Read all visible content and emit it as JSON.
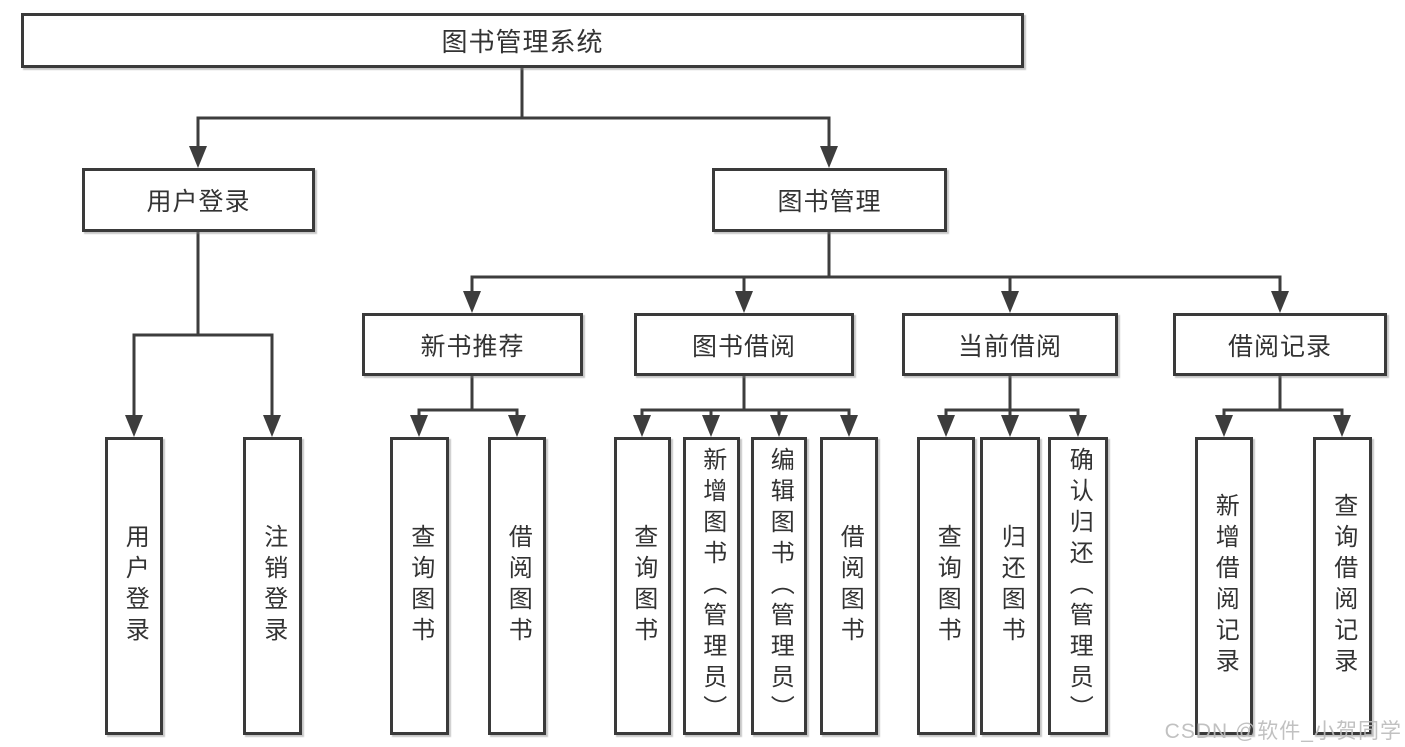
{
  "diagram": {
    "type": "hierarchy-tree",
    "watermark": "CSDN @软件_小贺同学",
    "colors": {
      "background": "#ffffff",
      "line": "#3d3d3d",
      "box_border": "#3a3a3a",
      "text": "#333333",
      "watermark": "#bcbcbc"
    },
    "nodes": {
      "root": {
        "label": "图书管理系统"
      },
      "user_login": {
        "label": "用户登录"
      },
      "book_mgmt": {
        "label": "图书管理"
      },
      "new_book": {
        "label": "新书推荐"
      },
      "book_borrow": {
        "label": "图书借阅"
      },
      "current_borrow": {
        "label": "当前借阅"
      },
      "borrow_record": {
        "label": "借阅记录"
      },
      "leaf_user_login": {
        "label": "用户登录"
      },
      "leaf_logout": {
        "label": "注销登录"
      },
      "leaf_new_query": {
        "label": "查询图书"
      },
      "leaf_new_borrow": {
        "label": "借阅图书"
      },
      "leaf_bb_query": {
        "label": "查询图书"
      },
      "leaf_bb_add": {
        "label": "新增图书（管理员）"
      },
      "leaf_bb_edit": {
        "label": "编辑图书（管理员）"
      },
      "leaf_bb_borrow": {
        "label": "借阅图书"
      },
      "leaf_cur_query": {
        "label": "查询图书"
      },
      "leaf_cur_return": {
        "label": "归还图书"
      },
      "leaf_cur_confirm": {
        "label": "确认归还（管理员）"
      },
      "leaf_rec_add": {
        "label": "新增借阅记录"
      },
      "leaf_rec_query": {
        "label": "查询借阅记录"
      }
    },
    "hierarchy": {
      "图书管理系统": {
        "用户登录": [
          "用户登录",
          "注销登录"
        ],
        "图书管理": {
          "新书推荐": [
            "查询图书",
            "借阅图书"
          ],
          "图书借阅": [
            "查询图书",
            "新增图书（管理员）",
            "编辑图书（管理员）",
            "借阅图书"
          ],
          "当前借阅": [
            "查询图书",
            "归还图书",
            "确认归还（管理员）"
          ],
          "借阅记录": [
            "新增借阅记录",
            "查询借阅记录"
          ]
        }
      }
    }
  }
}
